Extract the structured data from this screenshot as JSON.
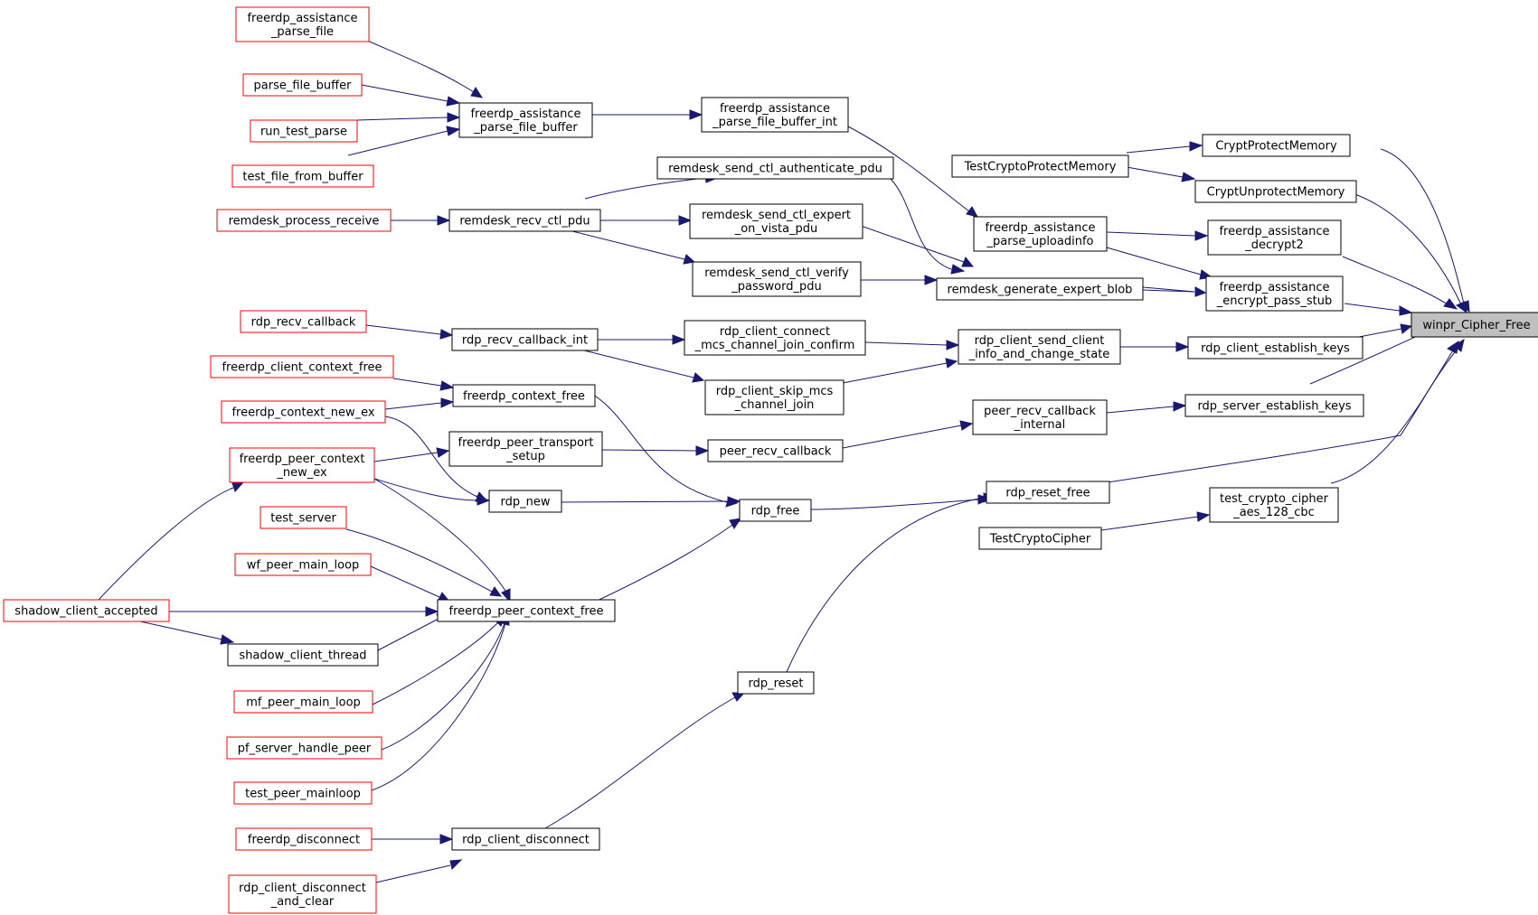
{
  "colors": {
    "edge": "#191970",
    "truncated_border": "#ff0000",
    "normal_border": "#000000",
    "root_fill": "#bfbfbf",
    "node_fill": "#ffffff"
  },
  "nodes": {
    "n1": {
      "lines": [
        "winpr_Cipher_Free"
      ]
    },
    "n2": {
      "lines": [
        "CryptProtectMemory"
      ]
    },
    "n3": {
      "lines": [
        "TestCryptoProtectMemory"
      ]
    },
    "n4": {
      "lines": [
        "CryptUnprotectMemory"
      ]
    },
    "n5": {
      "lines": [
        "freerdp_assistance",
        "_decrypt2"
      ]
    },
    "n6": {
      "lines": [
        "freerdp_assistance",
        "_parse_uploadinfo"
      ]
    },
    "n7": {
      "lines": [
        "freerdp_assistance",
        "_parse_file_buffer_int"
      ]
    },
    "n8": {
      "lines": [
        "freerdp_assistance",
        "_parse_file_buffer"
      ]
    },
    "n9": {
      "lines": [
        "freerdp_assistance",
        "_parse_file"
      ]
    },
    "n10": {
      "lines": [
        "parse_file_buffer"
      ]
    },
    "n11": {
      "lines": [
        "run_test_parse"
      ]
    },
    "n12": {
      "lines": [
        "test_file_from_buffer"
      ]
    },
    "n13": {
      "lines": [
        "freerdp_assistance",
        "_encrypt_pass_stub"
      ]
    },
    "n14": {
      "lines": [
        "remdesk_generate_expert_blob"
      ]
    },
    "n15": {
      "lines": [
        "remdesk_send_ctl_authenticate_pdu"
      ]
    },
    "n16": {
      "lines": [
        "remdesk_recv_ctl_pdu"
      ]
    },
    "n17": {
      "lines": [
        "remdesk_process_receive"
      ]
    },
    "n18": {
      "lines": [
        "remdesk_send_ctl_expert",
        "_on_vista_pdu"
      ]
    },
    "n19": {
      "lines": [
        "remdesk_send_ctl_verify",
        "_password_pdu"
      ]
    },
    "n20": {
      "lines": [
        "rdp_client_establish_keys"
      ]
    },
    "n21": {
      "lines": [
        "rdp_client_send_client",
        "_info_and_change_state"
      ]
    },
    "n22": {
      "lines": [
        "rdp_client_connect",
        "_mcs_channel_join_confirm"
      ]
    },
    "n23": {
      "lines": [
        "rdp_recv_callback_int"
      ]
    },
    "n24": {
      "lines": [
        "rdp_recv_callback"
      ]
    },
    "n25": {
      "lines": [
        "rdp_client_skip_mcs",
        "_channel_join"
      ]
    },
    "n26": {
      "lines": [
        "rdp_server_establish_keys"
      ]
    },
    "n27": {
      "lines": [
        "peer_recv_callback",
        "_internal"
      ]
    },
    "n28": {
      "lines": [
        "peer_recv_callback"
      ]
    },
    "n29": {
      "lines": [
        "freerdp_peer_transport",
        "_setup"
      ]
    },
    "n30": {
      "lines": [
        "freerdp_peer_context",
        "_new_ex"
      ]
    },
    "n31": {
      "lines": [
        "shadow_client_accepted"
      ]
    },
    "n32": {
      "lines": [
        "rdp_reset_free"
      ]
    },
    "n33": {
      "lines": [
        "rdp_free"
      ]
    },
    "n34": {
      "lines": [
        "freerdp_context_free"
      ]
    },
    "n35": {
      "lines": [
        "freerdp_client_context_free"
      ]
    },
    "n36": {
      "lines": [
        "freerdp_peer_context_free"
      ]
    },
    "n37": {
      "lines": [
        "mf_peer_main_loop"
      ]
    },
    "n38": {
      "lines": [
        "pf_server_handle_peer"
      ]
    },
    "n39": {
      "lines": [
        "shadow_client_thread"
      ]
    },
    "n40": {
      "lines": [
        "test_peer_mainloop"
      ]
    },
    "n41": {
      "lines": [
        "test_server"
      ]
    },
    "n42": {
      "lines": [
        "wf_peer_main_loop"
      ]
    },
    "n43": {
      "lines": [
        "rdp_new"
      ]
    },
    "n44": {
      "lines": [
        "freerdp_context_new_ex"
      ]
    },
    "n45": {
      "lines": [
        "rdp_reset"
      ]
    },
    "n46": {
      "lines": [
        "rdp_client_disconnect"
      ]
    },
    "n47": {
      "lines": [
        "freerdp_disconnect"
      ]
    },
    "n48": {
      "lines": [
        "rdp_client_disconnect",
        "_and_clear"
      ]
    },
    "n49": {
      "lines": [
        "test_crypto_cipher",
        "_aes_128_cbc"
      ]
    },
    "n50": {
      "lines": [
        "TestCryptoCipher"
      ]
    }
  }
}
